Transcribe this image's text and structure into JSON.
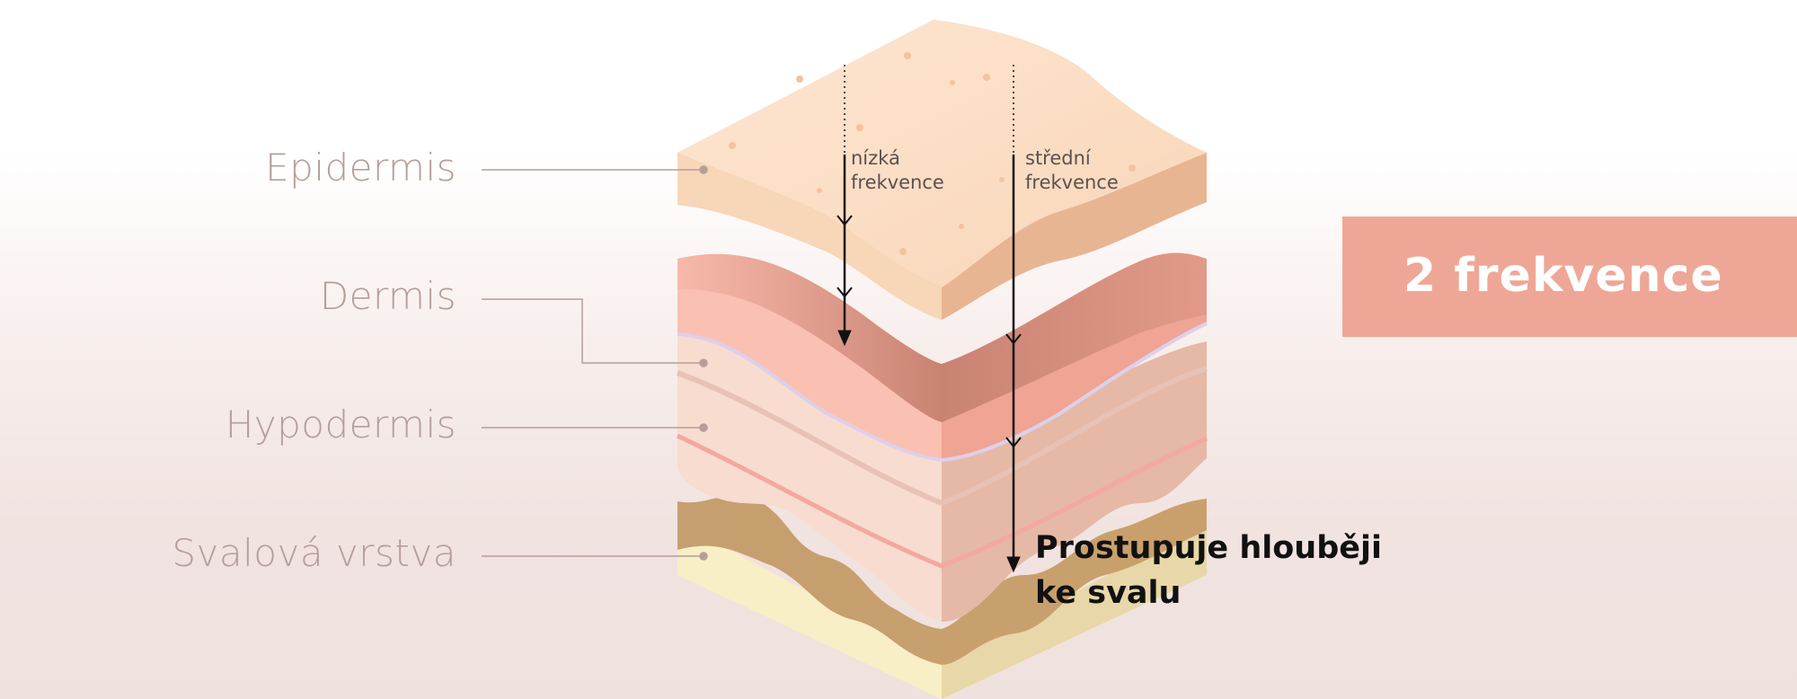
{
  "layers": [
    {
      "label": "Epidermis"
    },
    {
      "label": "Dermis"
    },
    {
      "label": "Hypodermis"
    },
    {
      "label": "Svalová vrstva"
    }
  ],
  "arrows": {
    "low": {
      "line1": "nízká",
      "line2": "frekvence"
    },
    "medium": {
      "line1": "střední",
      "line2": "frekvence"
    }
  },
  "annotation": {
    "line1": "Prostupuje hlouběji",
    "line2": "ke svalu"
  },
  "badge": {
    "label": "2 frekvence"
  },
  "colors": {
    "badge": "#eea796",
    "label": "#b59e99",
    "epidermis": "#fbdcc0",
    "dermis": "#f0a898",
    "hypodermis": "#f8d8cc",
    "muscle": "#c9a26e",
    "fat": "#f8f0c8"
  }
}
